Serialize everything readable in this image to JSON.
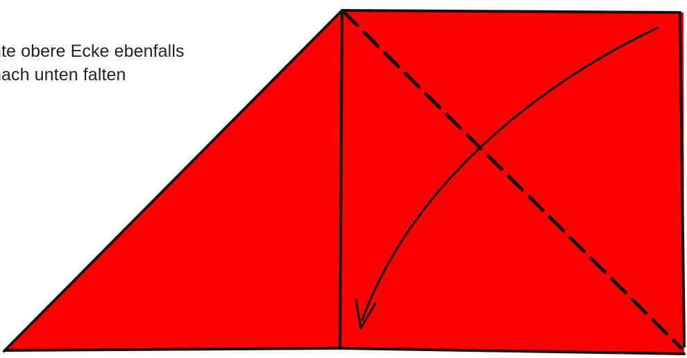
{
  "instruction": {
    "line1": "nte obere Ecke ebenfalls",
    "line2": "nach unten falten"
  },
  "colors": {
    "paper": "#ff0000",
    "outline": "#121212",
    "text": "#222222",
    "background": "#ffffff"
  },
  "icons": {
    "fold_arrow": "curved-arrow-down-left",
    "fold_line": "dashed-diagonal-line"
  }
}
